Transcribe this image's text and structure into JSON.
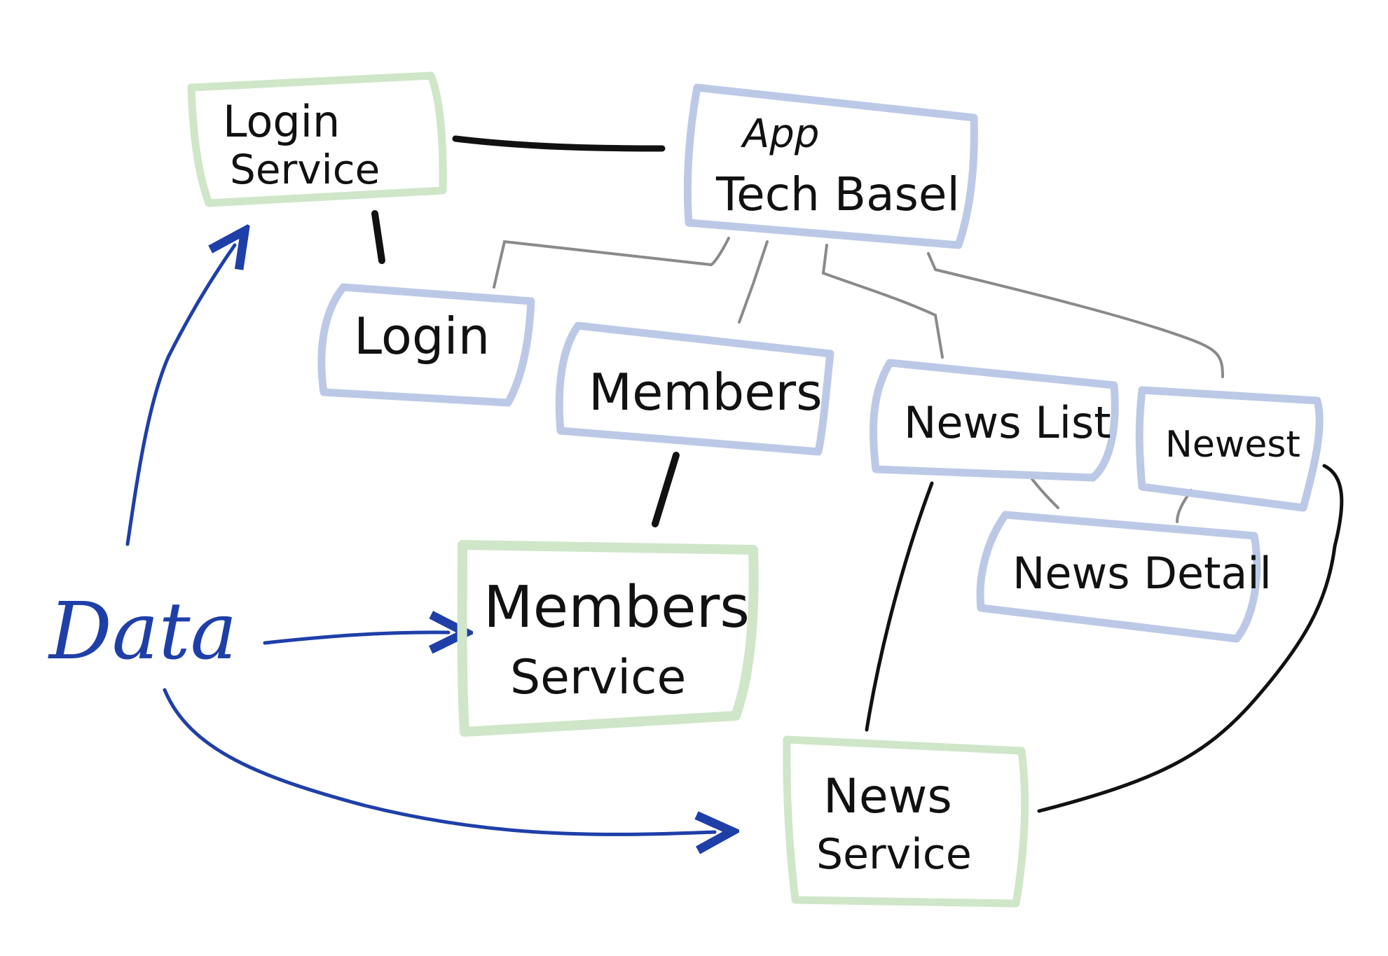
{
  "colors": {
    "component_box": "#bcc9e6",
    "service_box": "#cfe6c8",
    "data_flow": "#1f3fa8",
    "dependency": "#111111",
    "hierarchy": "#8a8a8a",
    "text": "#111111"
  },
  "components": {
    "app": {
      "line1": "App",
      "line2": "Tech Basel"
    },
    "login": {
      "label": "Login"
    },
    "members": {
      "label": "Members"
    },
    "news_list": {
      "label": "News List"
    },
    "newest": {
      "label": "Newest"
    },
    "news_detail": {
      "label": "News Detail"
    }
  },
  "services": {
    "login_service": {
      "line1": "Login",
      "line2": "Service"
    },
    "members_service": {
      "line1": "Members",
      "line2": "Service"
    },
    "news_service": {
      "line1": "News",
      "line2": "Service"
    }
  },
  "data_source": {
    "label": "Data"
  }
}
